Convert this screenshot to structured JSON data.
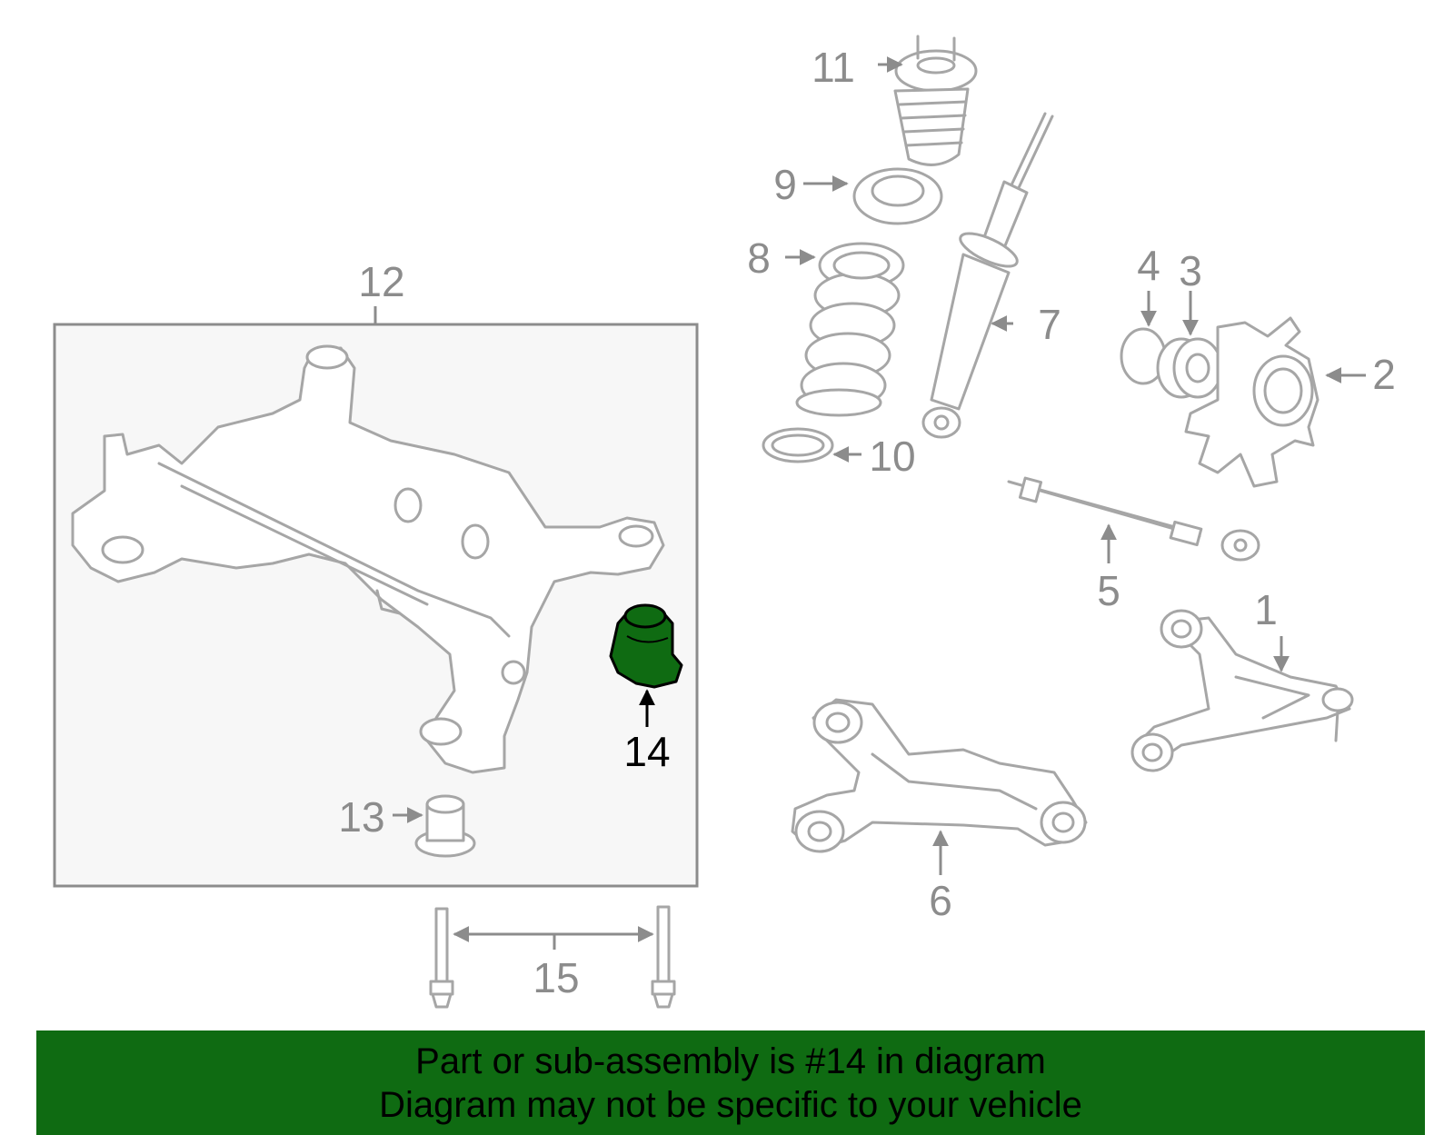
{
  "highlight_color": "#0f6b12",
  "callouts": {
    "c1": "1",
    "c2": "2",
    "c3": "3",
    "c4": "4",
    "c5": "5",
    "c6": "6",
    "c7": "7",
    "c8": "8",
    "c9": "9",
    "c10": "10",
    "c11": "11",
    "c12": "12",
    "c13": "13",
    "c14": "14",
    "c15": "15"
  },
  "highlighted_part": "14",
  "banner": {
    "line1": "Part or sub-assembly is #14 in diagram",
    "line2": "Diagram may not be specific to your vehicle"
  }
}
